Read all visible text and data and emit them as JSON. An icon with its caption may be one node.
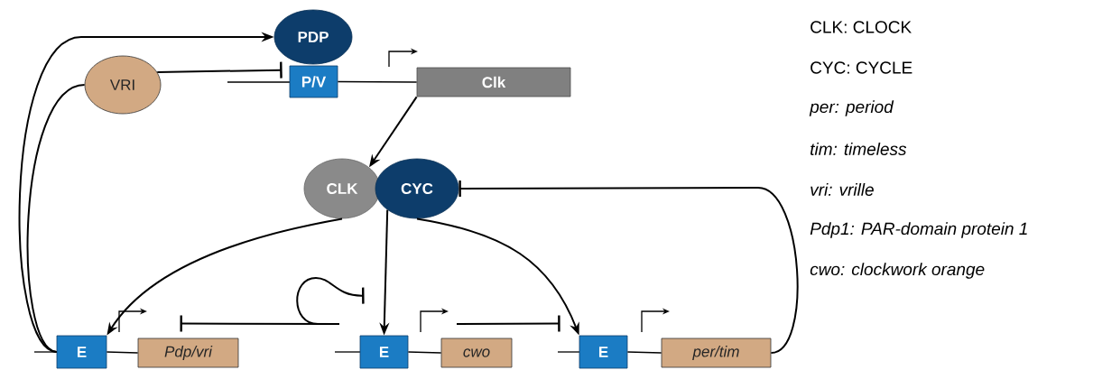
{
  "diagram": {
    "nodes": [
      {
        "text": [
          "PDP"
        ]
      },
      {
        "text": [
          "P/V"
        ]
      },
      {
        "text": [
          "Clk"
        ]
      },
      {
        "text": [
          "VRI"
        ]
      },
      {
        "text": [
          "CLK"
        ]
      },
      {
        "text": [
          "CYC"
        ]
      },
      {
        "text": [
          "E"
        ]
      },
      {
        "text": [
          "Pdp/vri"
        ]
      },
      {
        "text": [
          "E"
        ]
      },
      {
        "text": [
          "cwo"
        ]
      },
      {
        "text": [
          "E"
        ]
      },
      {
        "text": [
          "per/tim"
        ]
      }
    ],
    "edges": [
      {
        "from": 6,
        "to": 0,
        "arrow": "to"
      },
      {
        "from": 6,
        "to": 3,
        "arrow": "none"
      },
      {
        "from": 3,
        "to": 1,
        "arrow": "other"
      },
      {
        "from": 2,
        "to": 4,
        "arrow": "to"
      },
      {
        "from": 4,
        "to": 6,
        "arrow": "to"
      },
      {
        "from": 5,
        "to": 8,
        "arrow": "to"
      },
      {
        "from": 5,
        "to": 10,
        "arrow": "to"
      },
      {
        "from": null,
        "to": 7,
        "arrow": "other"
      },
      {
        "from": null,
        "to": 8,
        "arrow": "other"
      },
      {
        "from": null,
        "to": 10,
        "arrow": "other"
      },
      {
        "from": 11,
        "to": 5,
        "arrow": "other"
      },
      {
        "from": 1,
        "to": 2,
        "arrow": "none"
      },
      {
        "from": 6,
        "to": 7,
        "arrow": "none"
      },
      {
        "from": 8,
        "to": 9,
        "arrow": "none"
      },
      {
        "from": 10,
        "to": 11,
        "arrow": "none"
      }
    ],
    "labels": [
      "CLK: CLOCK",
      "CYC: CYCLE",
      "per: period",
      "tim: timeless",
      "vri: vrille",
      "Pdp1: PAR-domain protein 1",
      "cwo: clockwork orange"
    ]
  }
}
